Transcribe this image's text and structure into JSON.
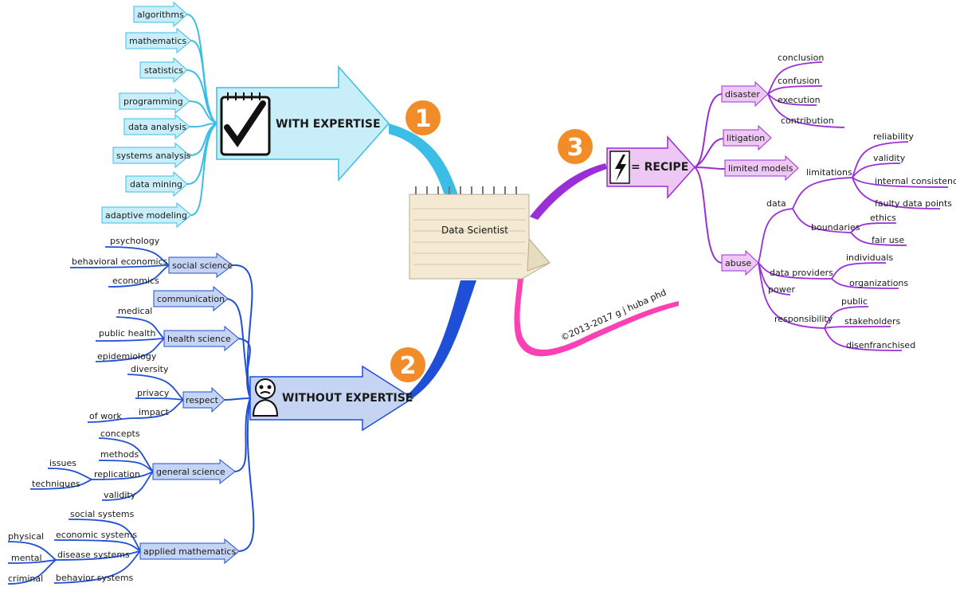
{
  "center": {
    "title": "Data Scientist"
  },
  "copyright": "©2013-2017 g j huba phd",
  "branch1": {
    "number": "1",
    "label": "WITH EXPERTISE",
    "items": [
      "algorithms",
      "mathematics",
      "statistics",
      "programming",
      "data analysis",
      "systems analysis",
      "data mining",
      "adaptive modeling"
    ]
  },
  "branch2": {
    "number": "2",
    "label": "WITHOUT EXPERTISE",
    "social_science": {
      "label": "social science",
      "items": [
        "psychology",
        "behavioral economics",
        "economics"
      ]
    },
    "communication": "communication",
    "health_science": {
      "label": "health science",
      "items": [
        "medical",
        "public health",
        "epidemiology"
      ]
    },
    "respect": {
      "label": "respect",
      "items": [
        "diversity",
        "privacy",
        "impact"
      ],
      "impact_sub": "of work"
    },
    "general_science": {
      "label": "general science",
      "items": [
        "concepts",
        "methods",
        "replication",
        "validity"
      ],
      "replication_sub": [
        "issues",
        "techniques"
      ]
    },
    "applied_mathematics": {
      "label": "applied mathematics",
      "items": [
        "social systems",
        "economic systems",
        "disease systems",
        "behavior systems"
      ],
      "disease_sub": [
        "physical",
        "mental",
        "criminal"
      ]
    }
  },
  "branch3": {
    "number": "3",
    "label": "= RECIPE",
    "disaster": {
      "label": "disaster",
      "items": [
        "conclusion",
        "confusion",
        "execution",
        "contribution"
      ]
    },
    "litigation": "litigation",
    "limited_models": "limited models",
    "abuse": {
      "label": "abuse",
      "data": {
        "label": "data",
        "limitations": {
          "label": "limitations",
          "items": [
            "reliability",
            "validity",
            "internal consistency",
            "faulty data points"
          ]
        },
        "boundaries": {
          "label": "boundaries",
          "items": [
            "ethics",
            "fair use"
          ]
        }
      },
      "data_providers": {
        "label": "data providers",
        "items": [
          "individuals",
          "organizations"
        ]
      },
      "power": "power",
      "responsibility": {
        "label": "responsibility",
        "items": [
          "public",
          "stakeholders",
          "disenfranchised"
        ]
      }
    }
  },
  "colors": {
    "branch1": "#3bbde6",
    "branch2": "#1e4fd6",
    "branch3": "#9a2fd8",
    "copyright": "#ff3fb4",
    "badge": "#f28c28"
  }
}
